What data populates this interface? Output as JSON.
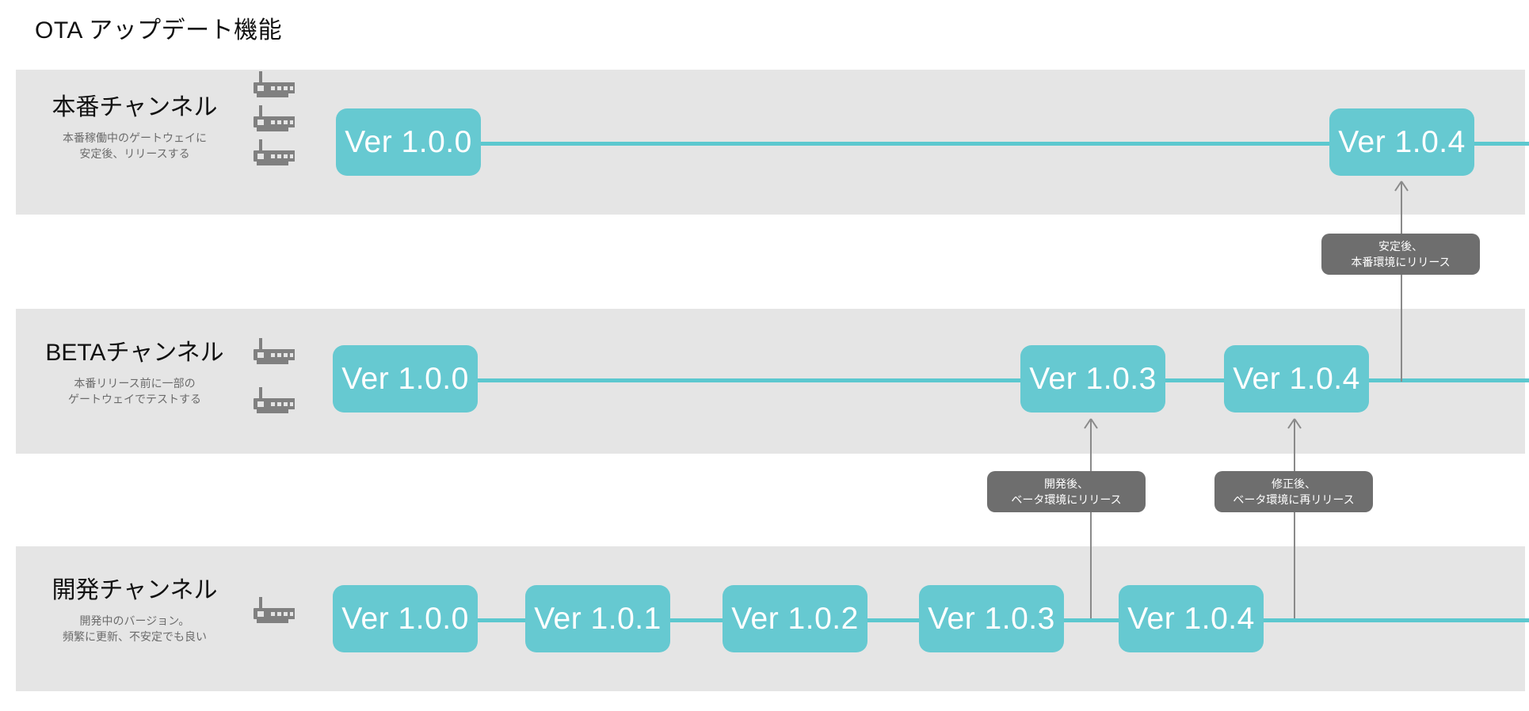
{
  "page": {
    "title": "OTA アップデート機能",
    "accent_color": "#66c9d1",
    "band_color": "#e5e5e5",
    "tooltip_color": "#6e6e6e",
    "connector_color": "#8a8a8a",
    "background_color": "#ffffff"
  },
  "channels": [
    {
      "id": "production",
      "title": "本番チャンネル",
      "subtitle": "本番稼働中のゲートウェイに\n安定後、リリースする",
      "gateway_icon": "router-icon",
      "gateway_count": 3,
      "versions": [
        {
          "label": "Ver 1.0.0"
        },
        {
          "label": "Ver 1.0.4"
        }
      ]
    },
    {
      "id": "beta",
      "title": "BETAチャンネル",
      "subtitle": "本番リリース前に一部の\nゲートウェイでテストする",
      "gateway_icon": "router-icon",
      "gateway_count": 2,
      "versions": [
        {
          "label": "Ver 1.0.0"
        },
        {
          "label": "Ver 1.0.3"
        },
        {
          "label": "Ver 1.0.4"
        }
      ]
    },
    {
      "id": "development",
      "title": "開発チャンネル",
      "subtitle": "開発中のバージョン。\n頻繁に更新、不安定でも良い",
      "gateway_icon": "router-icon",
      "gateway_count": 1,
      "versions": [
        {
          "label": "Ver 1.0.0"
        },
        {
          "label": "Ver 1.0.1"
        },
        {
          "label": "Ver 1.0.2"
        },
        {
          "label": "Ver 1.0.3"
        },
        {
          "label": "Ver 1.0.4"
        }
      ]
    }
  ],
  "promotions": [
    {
      "id": "dev-to-beta-103",
      "label": "開発後、\nベータ環境にリリース",
      "from": "development",
      "to": "beta"
    },
    {
      "id": "dev-to-beta-104",
      "label": "修正後、\nベータ環境に再リリース",
      "from": "development",
      "to": "beta"
    },
    {
      "id": "beta-to-production-104",
      "label": "安定後、\n本番環境にリリース",
      "from": "beta",
      "to": "production"
    }
  ]
}
